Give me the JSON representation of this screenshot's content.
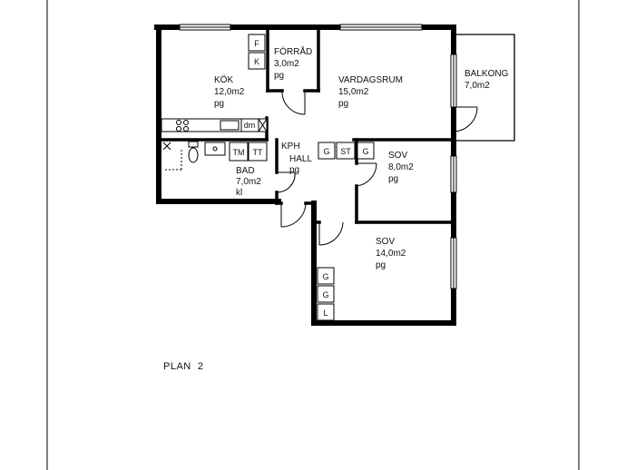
{
  "rooms": {
    "kok": {
      "name": "KÖK",
      "area": "12,0m2",
      "floor": "pg"
    },
    "forrad": {
      "name": "FÖRRÅD",
      "area": "3,0m2",
      "floor": "pg"
    },
    "vardagsrum": {
      "name": "VARDAGSRUM",
      "area": "15,0m2",
      "floor": "pg"
    },
    "balkong": {
      "name": "BALKONG",
      "area": "7,0m2"
    },
    "bad": {
      "name": "BAD",
      "area": "7,0m2",
      "floor": "kl"
    },
    "hall": {
      "name": "HALL",
      "floor": "pg",
      "kph": "KPH"
    },
    "sov1": {
      "name": "SOV",
      "area": "8,0m2",
      "floor": "pg"
    },
    "sov2": {
      "name": "SOV",
      "area": "14,0m2",
      "floor": "pg"
    }
  },
  "fixtures": {
    "forrad_f": "F",
    "forrad_k": "K",
    "dm": "dm",
    "tm": "TM",
    "tt": "TT",
    "hall_g1": "G",
    "hall_st": "ST",
    "hall_g2": "G",
    "sov2_g1": "G",
    "sov2_g2": "G",
    "sov2_l": "L"
  },
  "plan_label": "PLAN  2"
}
